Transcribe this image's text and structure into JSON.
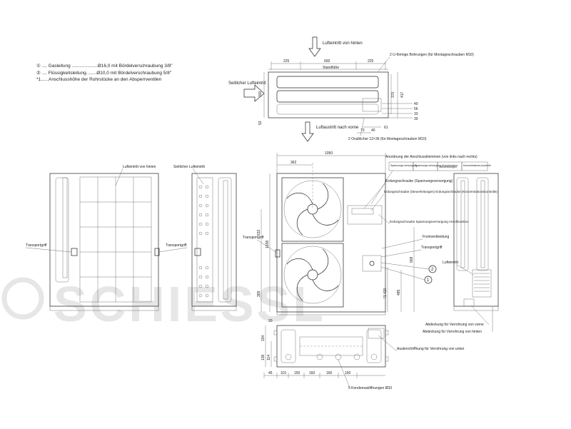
{
  "legend": {
    "items": [
      "① .... Gasleitung ....................Ø16,0 mit Bördelverschraubung 3/8\"",
      "② .... Flüssigkeitsleitung........Ø10,0 mit Bördelverschraubung 5/8\"",
      "*1......Anschlusshöhe der Rohrstücke an den Absperrventilen"
    ]
  },
  "watermark": {
    "text": "SCHIESSL",
    "color": "#e6e6e6"
  },
  "top_view": {
    "air_inlet_rear": "Lufteintritt von hinten",
    "air_inlet_side": "Seitlicher Lufteintritt",
    "air_outlet_front": "Luftaustritt nach vorne",
    "stand": "Standfüße",
    "holes_note": "2 U-förmige Bohrungen (für Montageschrauben M10)",
    "oval_holes_note": "2 Ovallöcher 12×36 (für Montageschrauben M10)",
    "dims": [
      "225",
      "600",
      "225",
      "330",
      "370",
      "417",
      "40",
      "56",
      "33",
      "30",
      "53",
      "61",
      "70",
      "40"
    ]
  },
  "rear_view": {
    "air_inlet_rear": "Lufteintritt von hinten",
    "transport_grip": "Transportgriff"
  },
  "left_side_view": {
    "air_inlet_side": "Seitlicher Lufteintritt",
    "transport_grip": "Transportgriff"
  },
  "front_view": {
    "width": "1050",
    "fan_offset": "362",
    "height": "1338",
    "dims": [
      "632",
      "369",
      "20",
      "*1 420",
      "485",
      "909"
    ],
    "transport_grip": "Transportgriff",
    "terminal_arrangement": "Anordnung der Anschlussklemmen (von links nach rechts)",
    "terminals": [
      "Spannungs-versorgung",
      "Spannungs-versorgung Anschlussbox",
      "Steuerleitungen",
      "Konzentrations-kontrolle"
    ],
    "ground_screw_power": "Erdungsschraube (Spannungsversorgung)",
    "ground_screw_ctrl": "Erdungsschraube (Steuerleitungen) Erdungsschraube (Konzentrationskontrolle)",
    "ground_screw_box": "Erdungsschraube Spannungsversorgung Anschlussbox",
    "front_panel": "Frontverkleidung",
    "marker_1": "1",
    "marker_2": "2"
  },
  "right_side_view": {
    "air_inlet": "Lufteintritt",
    "transport_grip": "Transportgriff",
    "cover_front": "Abdeckung für Verrohrung von vorne",
    "cover_rear": "Abdeckung für Verrohrung von hinten"
  },
  "base_view": {
    "dims_h": [
      "45",
      "110",
      "150",
      "160",
      "160",
      "160"
    ],
    "dims_v": [
      "154",
      "136",
      "114"
    ],
    "knockout": "Ausbrechöffnung für Verrohrung von unten",
    "drain_holes": "5 Kondensatöffnungen Ø33"
  }
}
